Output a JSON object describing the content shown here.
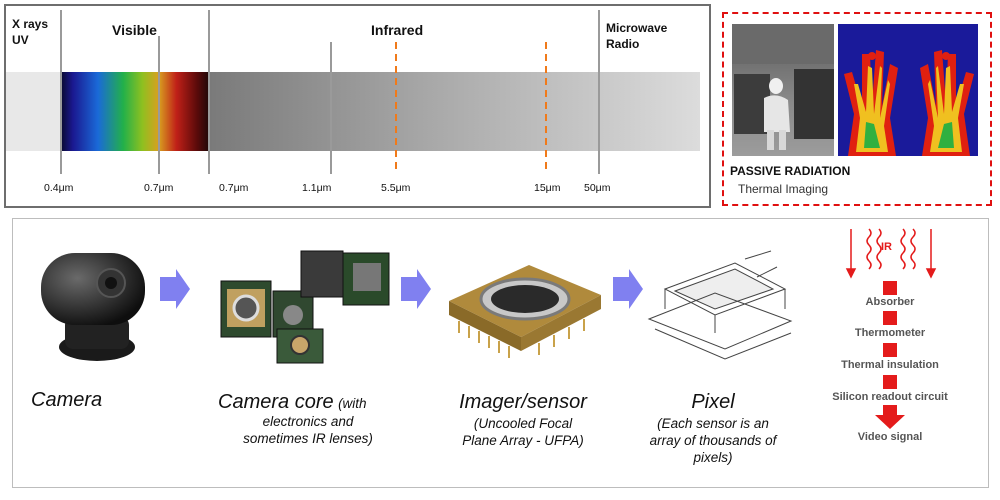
{
  "spectrum": {
    "bands": {
      "xray_uv": "X rays\nUV",
      "visible": "Visible",
      "infrared": "Infrared",
      "microwave": "Microwave\nRadio"
    },
    "ticks": [
      "0.4μm",
      "0.7μm",
      "0.7μm",
      "1.1μm",
      "5.5μm",
      "15μm",
      "50μm"
    ]
  },
  "thermal": {
    "title": "PASSIVE RADIATION",
    "subtitle": "Thermal Imaging"
  },
  "pipeline": {
    "stages": [
      {
        "title": "Camera",
        "sub": ""
      },
      {
        "title": "Camera core",
        "inline": "(with",
        "sub": "electronics and\nsometimes IR lenses)"
      },
      {
        "title": "Imager/sensor",
        "sub": "(Uncooled Focal\nPlane Array - UFPA)"
      },
      {
        "title": "Pixel",
        "sub": "(Each sensor is an\narray of thousands of\npixels)"
      }
    ],
    "ir_label": "IR",
    "layers": [
      "Absorber",
      "Thermometer",
      "Thermal insulation",
      "Silicon readout circuit",
      "Video signal"
    ]
  },
  "colors": {
    "panel_border": "#6e6e6e",
    "thermal_border": "#e01010",
    "dashed_ir": "#f07a1a",
    "arrow_blue": "#8080f0",
    "layer_red": "#e41b1b"
  }
}
